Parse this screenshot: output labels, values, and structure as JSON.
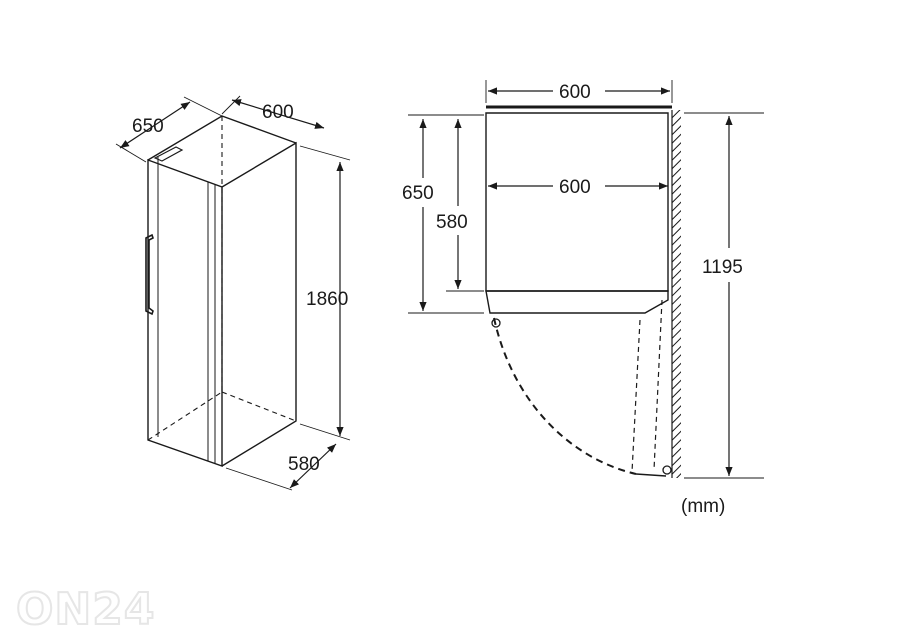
{
  "fridge_3d": {
    "depth_label": "650",
    "width_label": "600",
    "height_label": "1860",
    "bottom_depth_label": "580"
  },
  "top_view": {
    "width_label": "600",
    "inner_width_label": "600",
    "depth_label": "650",
    "inner_depth_label": "580",
    "door_swing_label": "1195"
  },
  "unit_label": "(mm)",
  "watermark": "ON24"
}
